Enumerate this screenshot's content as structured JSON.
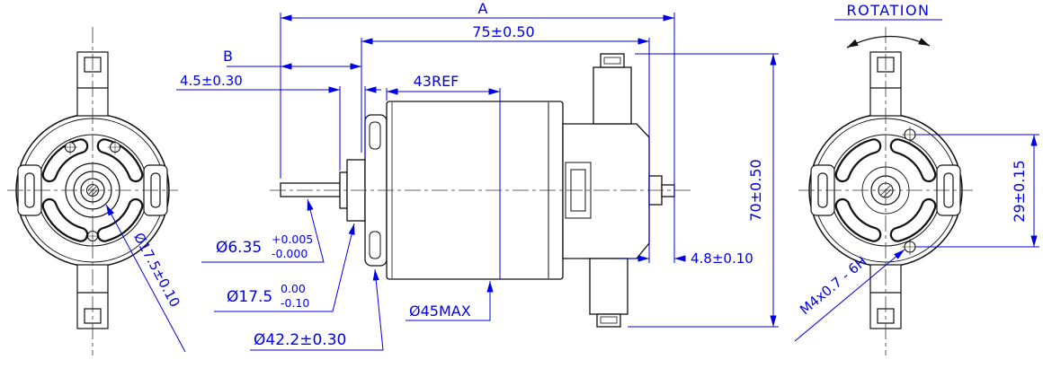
{
  "colors": {
    "dimension": "#0000e6",
    "outline": "#111111"
  },
  "rotation": {
    "label": "ROTATION"
  },
  "dimensions": {
    "overall_length": "A",
    "body_length": "75±0.50",
    "front_length": "B",
    "bearing_boss_length": "4.5±0.30",
    "can_length": "43REF",
    "overall_height": "70±0.50",
    "rear_shaft_length": "4.8±0.10",
    "shaft_diameter": "Ø6.35",
    "shaft_diameter_tol_upper": "+0.005",
    "shaft_diameter_tol_lower": "-0.000",
    "bearing_boss_diameter": "Ø17.5",
    "bearing_boss_tol_upper": "0.00",
    "bearing_boss_tol_lower": "-0.10",
    "pilot_diameter": "Ø42.2±0.30",
    "can_diameter": "Ø45MAX",
    "front_hub_diameter": "Ø17.5±0.10",
    "mounting_hole_spacing": "29±0.15",
    "mounting_thread": "M4x0.7 - 6H"
  }
}
